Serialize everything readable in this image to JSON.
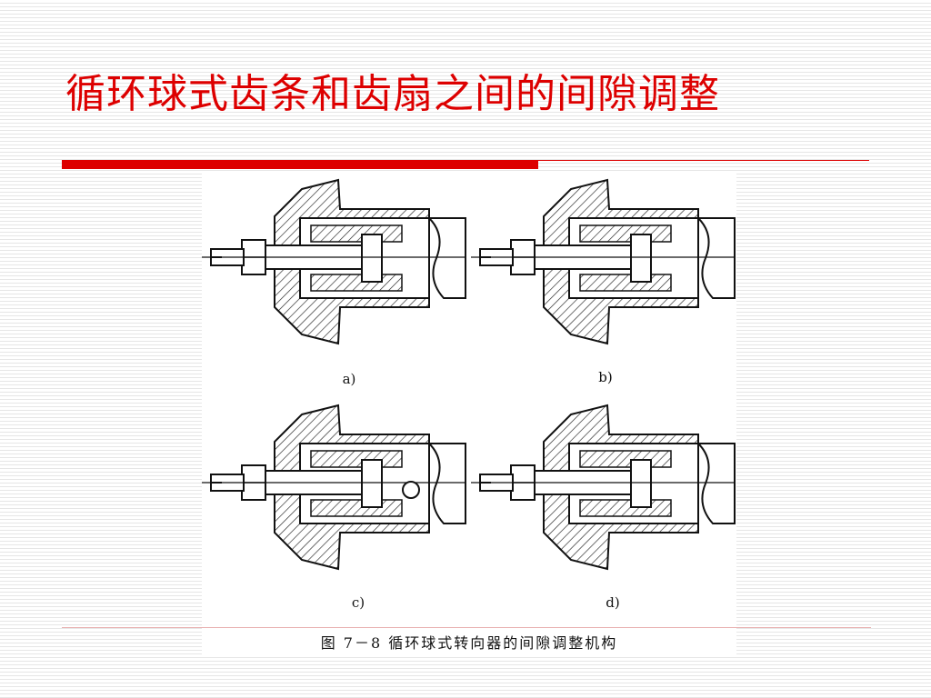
{
  "slide": {
    "title": "循环球式齿条和齿扇之间的间隙调整",
    "accent_color": "#dd0000"
  },
  "figure": {
    "panels": [
      {
        "label": "a)"
      },
      {
        "label": "b)"
      },
      {
        "label": "c)"
      },
      {
        "label": "d)"
      }
    ],
    "caption": "图 7－8   循环球式转向器的间隙调整机构"
  }
}
